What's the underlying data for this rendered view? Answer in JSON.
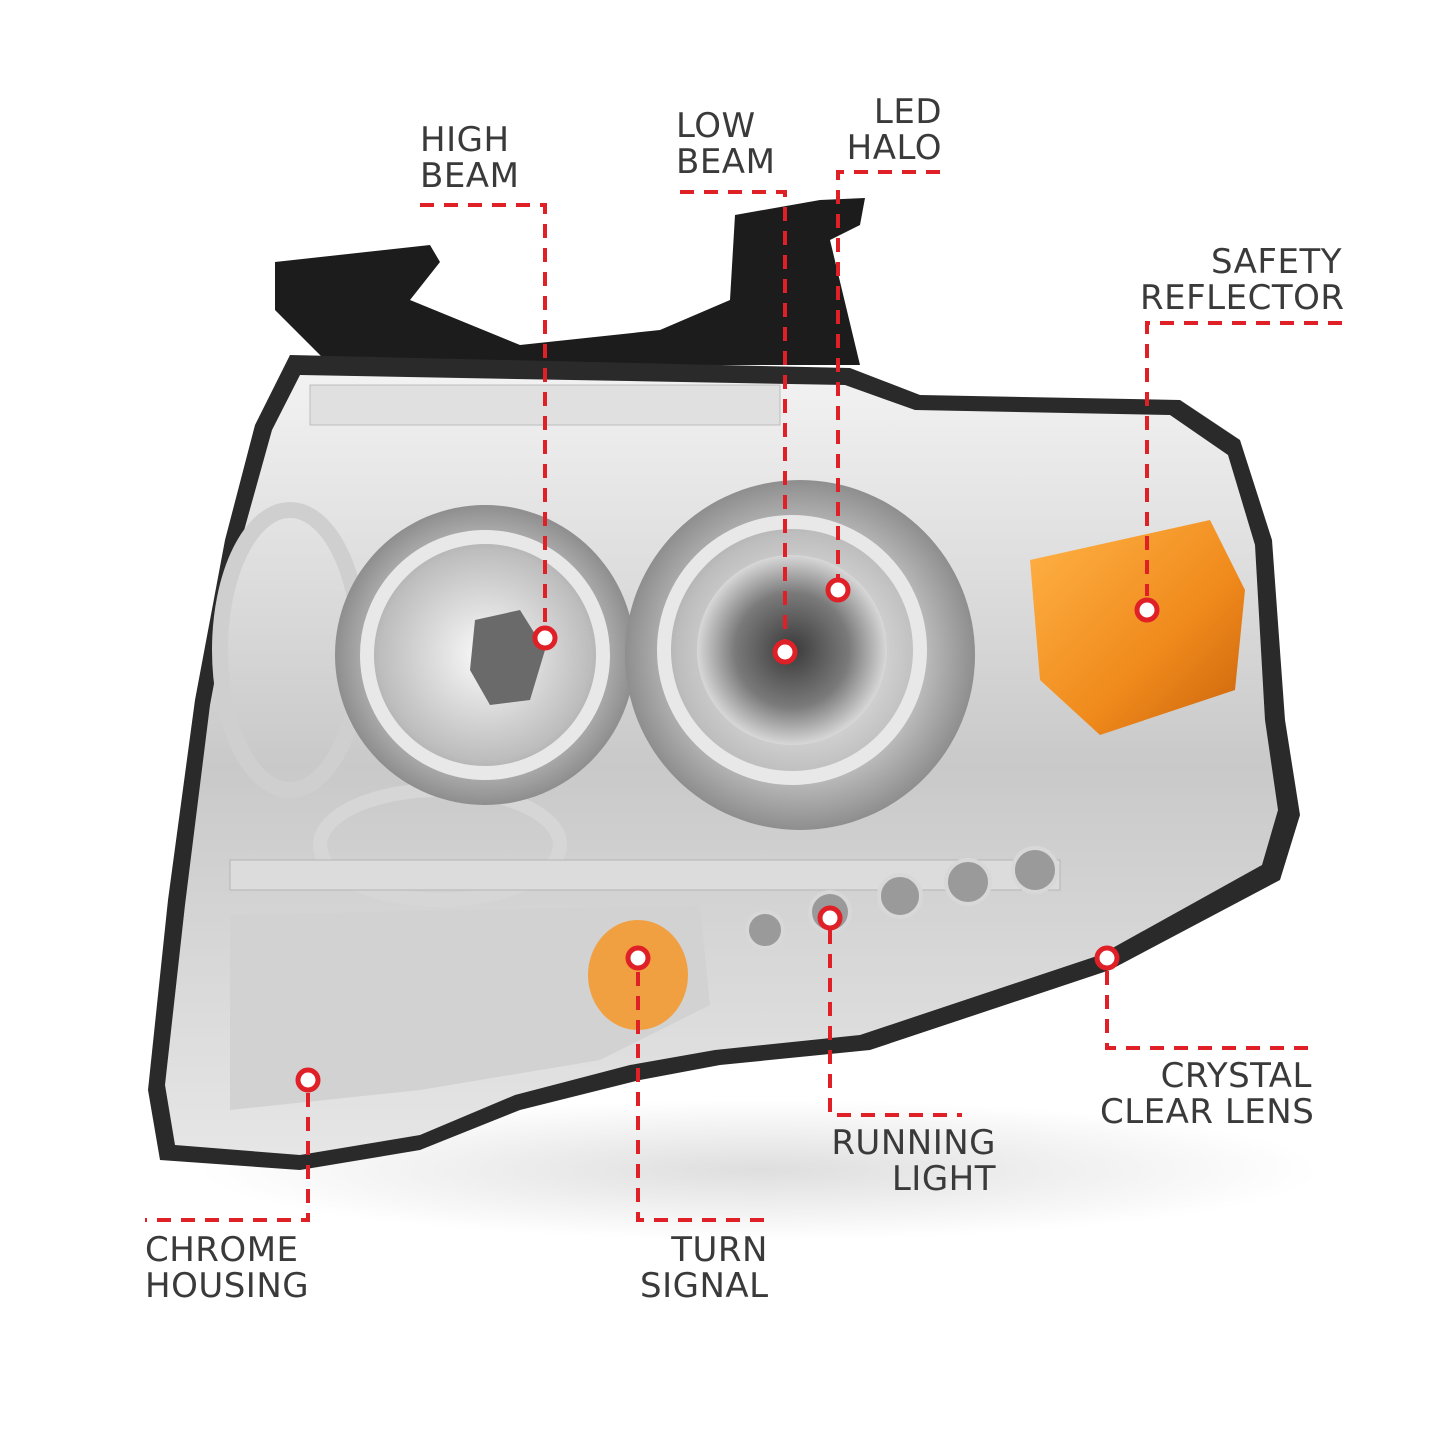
{
  "accent_color": "#e02027",
  "callouts": {
    "high_beam": {
      "line1": "HIGH",
      "line2": "BEAM"
    },
    "low_beam": {
      "line1": "LOW",
      "line2": "BEAM"
    },
    "led_halo": {
      "line1": "LED",
      "line2": "HALO"
    },
    "safety_reflector": {
      "line1": "SAFETY",
      "line2": "REFLECTOR"
    },
    "crystal_clear_lens": {
      "line1": "CRYSTAL",
      "line2": "CLEAR LENS"
    },
    "running_light": {
      "line1": "RUNNING",
      "line2": "LIGHT"
    },
    "turn_signal": {
      "line1": "TURN",
      "line2": "SIGNAL"
    },
    "chrome_housing": {
      "line1": "CHROME",
      "line2": "HOUSING"
    }
  }
}
